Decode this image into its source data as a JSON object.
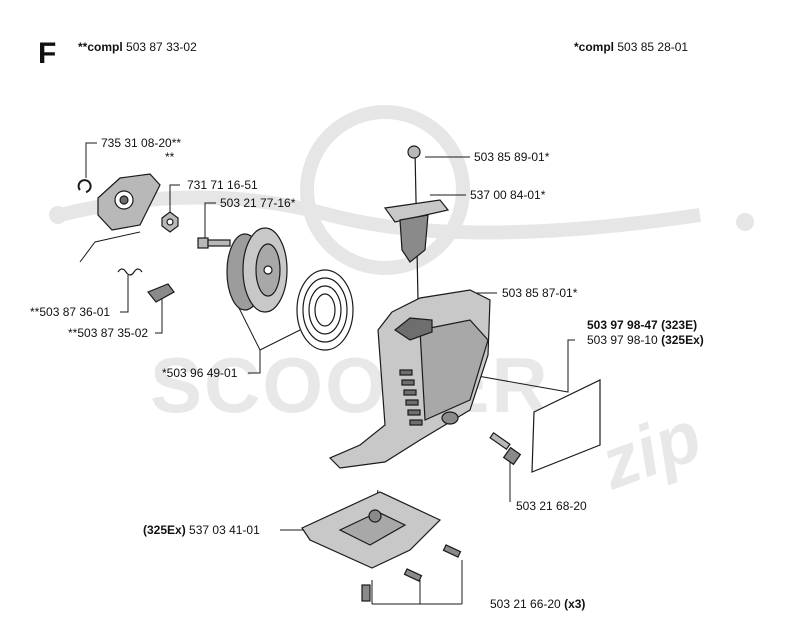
{
  "section_letter": "F",
  "header": {
    "left_prefix": "**compl",
    "left_number": "503 87 33-02",
    "right_prefix": "*compl",
    "right_number": "503 85 28-01"
  },
  "watermark": {
    "brand_main": "SCOOTER",
    "brand_script": "zip"
  },
  "callouts": {
    "p1": "735 31 08-20**",
    "p2": "**",
    "p3": "731 71 16-51",
    "p4": "503 21 77-16*",
    "p5": "**503 87 36-01",
    "p6": "**503 87 35-02",
    "p7": "*503 96 49-01",
    "p8": "503 85 89-01*",
    "p9": "537 00 84-01*",
    "p10": "503 85 87-01*",
    "p11_num": "503 97 98-47",
    "p11_tag": "(323E)",
    "p12_num": "503 97 98-10",
    "p12_tag": "(325Ex)",
    "p13": "503 21 68-20",
    "p14_tag": "(325Ex)",
    "p14_num": "537 03 41-01",
    "p15_num": "503 21 66-20",
    "p15_tag": "(x3)"
  },
  "colors": {
    "line": "#1a1a1a",
    "part_fill": "#b8b8b8",
    "part_dark": "#6e6e6e",
    "watermark": "#e6e6e6"
  }
}
